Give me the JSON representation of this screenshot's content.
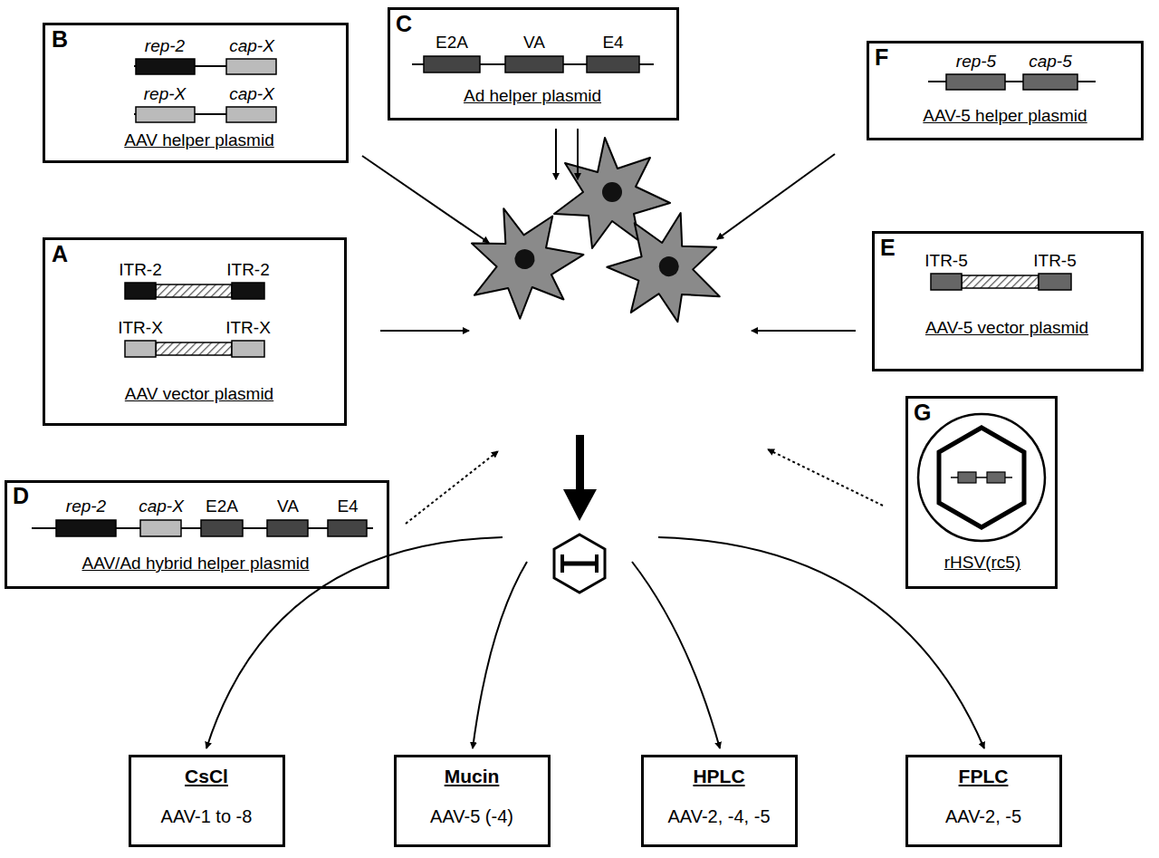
{
  "diagram": {
    "nodes": [
      {
        "text": [
          "B",
          "rep-2",
          "cap-X",
          "rep-X",
          "cap-X",
          "AAV helper plasmid"
        ]
      },
      {
        "text": [
          "C",
          "E2A",
          "VA",
          "E4",
          "Ad helper plasmid"
        ]
      },
      {
        "text": [
          "F",
          "rep-5",
          "cap-5",
          "AAV-5 helper plasmid"
        ]
      },
      {
        "text": [
          "A",
          "ITR-2",
          "ITR-2",
          "ITR-X",
          "ITR-X",
          "AAV vector plasmid"
        ]
      },
      {
        "text": [
          "E",
          "ITR-5",
          "ITR-5",
          "AAV-5 vector plasmid"
        ]
      },
      {
        "text": [
          "D",
          "rep-2",
          "cap-X",
          "E2A",
          "VA",
          "E4",
          "AAV/Ad hybrid helper plasmid"
        ]
      },
      {
        "text": [
          "G",
          "rHSV(rc5)"
        ]
      },
      {
        "text": [
          "CsCl",
          "AAV-1 to -8"
        ]
      },
      {
        "text": [
          "Mucin",
          "AAV-5 (-4)"
        ]
      },
      {
        "text": [
          "HPLC",
          "AAV-2, -4, -5"
        ]
      },
      {
        "text": [
          "FPLC",
          "AAV-2, -5"
        ]
      }
    ]
  }
}
